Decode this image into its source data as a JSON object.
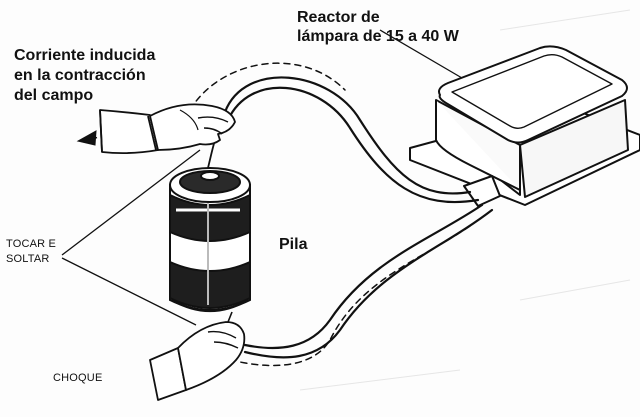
{
  "labels": {
    "reactor_line1": "Reactor de",
    "reactor_line2": "lámpara de 15 a 40 W",
    "induced_line1": "Corriente inducida",
    "induced_line2": "en la contracción",
    "induced_line3": "del campo",
    "battery": "Pila",
    "touch_line1": "TOCAR E",
    "touch_line2": "SOLTAR",
    "shock": "CHOQUE"
  }
}
